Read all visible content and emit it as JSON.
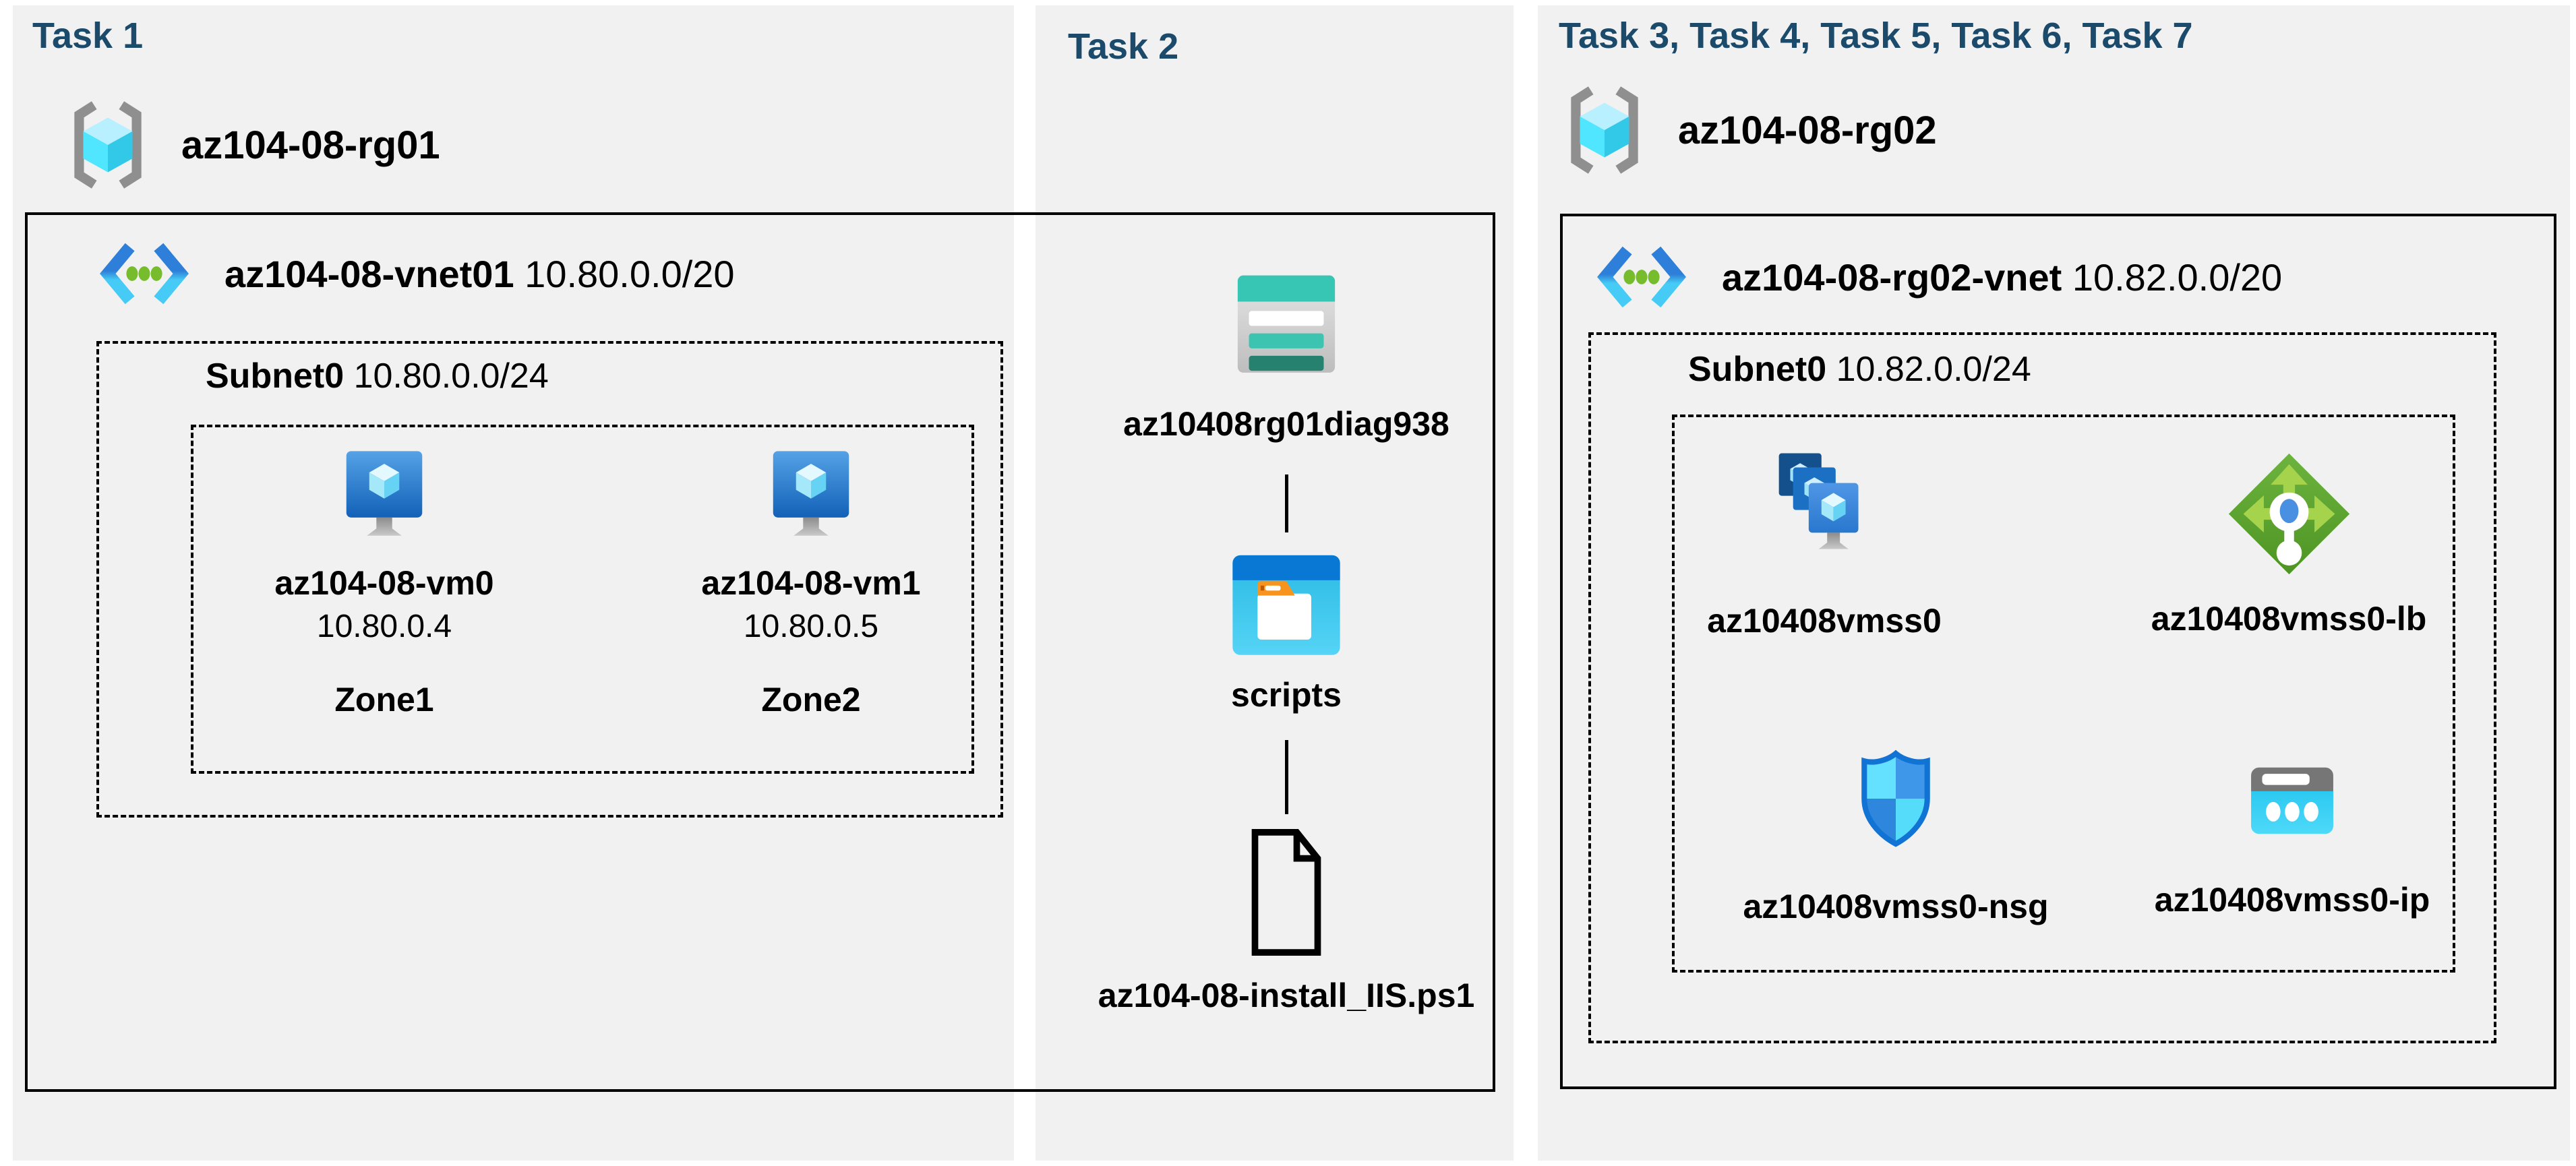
{
  "page": {
    "background": "#ffffff",
    "panel_color": "#f1f1f2",
    "title_color": "#1b4a6b",
    "border_color": "#000000"
  },
  "task1": {
    "title": "Task 1",
    "resource_group": "az104-08-rg01",
    "vnet": {
      "name": "az104-08-vnet01",
      "cidr": "10.80.0.0/20"
    },
    "subnet": {
      "name": "Subnet0",
      "cidr": "10.80.0.0/24"
    },
    "vms": [
      {
        "name": "az104-08-vm0",
        "ip": "10.80.0.4",
        "zone": "Zone1"
      },
      {
        "name": "az104-08-vm1",
        "ip": "10.80.0.5",
        "zone": "Zone2"
      }
    ]
  },
  "task2": {
    "title": "Task 2",
    "storage_account": "az10408rg01diag938",
    "folder": "scripts",
    "script_file": "az104-08-install_IIS.ps1"
  },
  "task3": {
    "title": "Task 3, Task 4, Task 5, Task 6, Task 7",
    "resource_group": "az104-08-rg02",
    "vnet": {
      "name": "az104-08-rg02-vnet",
      "cidr": "10.82.0.0/20"
    },
    "subnet": {
      "name": "Subnet0",
      "cidr": "10.82.0.0/24"
    },
    "resources": [
      {
        "name": "az10408vmss0",
        "icon": "vm-scale-set-icon"
      },
      {
        "name": "az10408vmss0-lb",
        "icon": "load-balancer-icon"
      },
      {
        "name": "az10408vmss0-nsg",
        "icon": "network-security-group-icon"
      },
      {
        "name": "az10408vmss0-ip",
        "icon": "public-ip-icon"
      }
    ]
  },
  "icon_colors": {
    "resource_group_bracket": "#8f8f8f",
    "cube_cyan": "#50e6ff",
    "vnet_chevron_top": "#2e7fd9",
    "vnet_chevron_bottom": "#45cbf5",
    "vnet_dot_green": "#76bc2d",
    "vm_screen_blue": "#2d7fd4",
    "storage_teal": "#37c6b4",
    "storage_dark_teal": "#27816f",
    "scripts_header_blue": "#0878d4",
    "scripts_body_cyan": "#35c4ea",
    "folder_tab_orange": "#f7941e",
    "lb_green": "#5ca32c",
    "lb_arrow_green": "#a6d34c",
    "nsg_blue": "#1173d4",
    "ip_gray": "#767676",
    "ip_cyan": "#35cdf2"
  }
}
